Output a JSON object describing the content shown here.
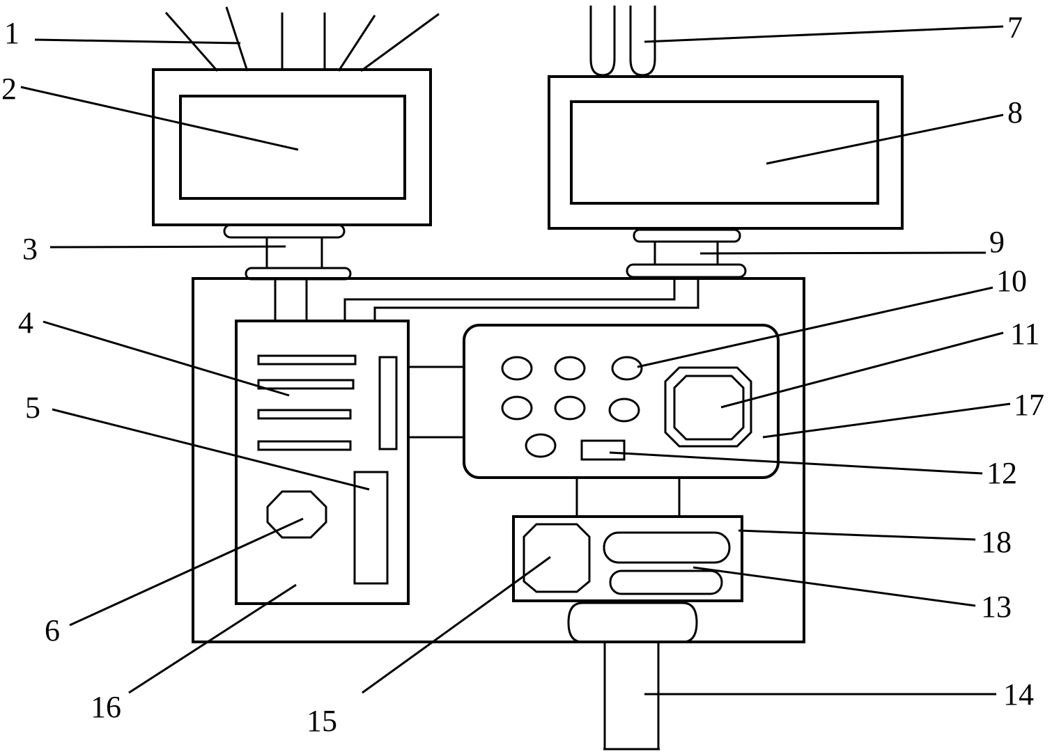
{
  "labels": {
    "l1": "1",
    "l2": "2",
    "l3": "3",
    "l4": "4",
    "l5": "5",
    "l6": "6",
    "l7": "7",
    "l8": "8",
    "l9": "9",
    "l10": "10",
    "l11": "11",
    "l12": "12",
    "l13": "13",
    "l14": "14",
    "l15": "15",
    "l16": "16",
    "l17": "17",
    "l18": "18"
  },
  "colors": {
    "stroke": "#000000",
    "background": "#ffffff"
  }
}
